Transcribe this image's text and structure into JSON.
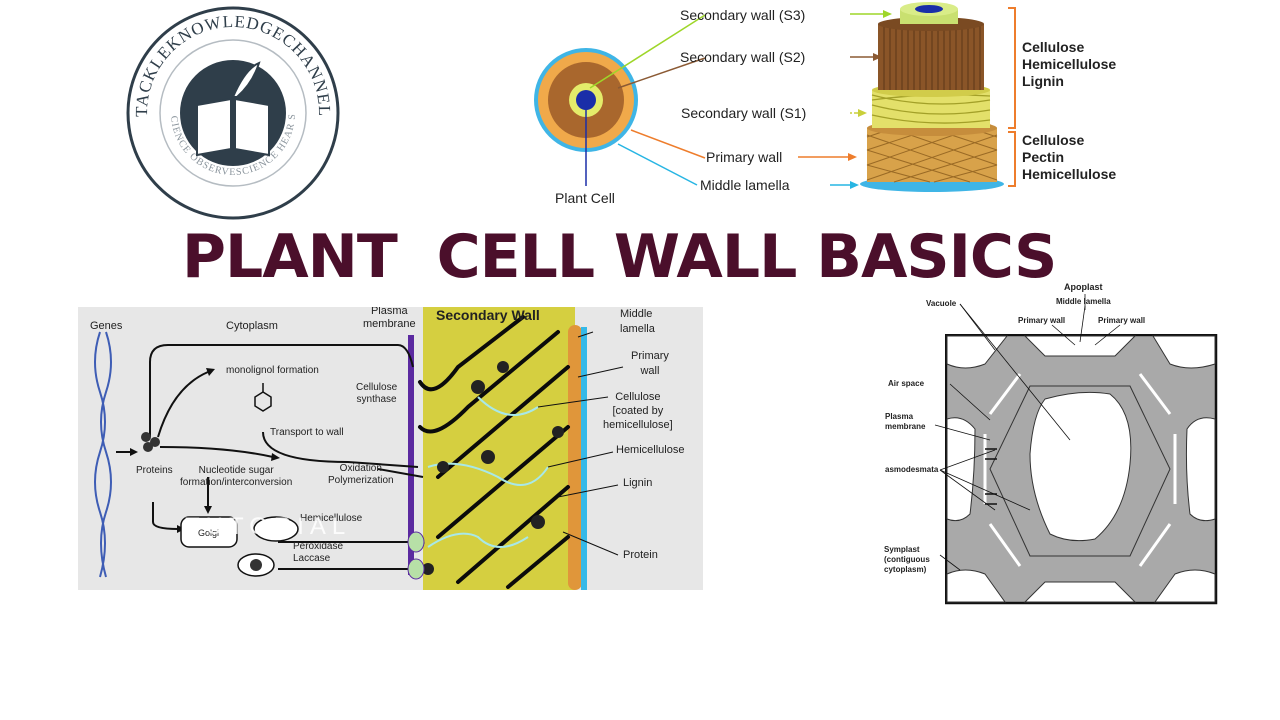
{
  "logo": {
    "ring_text_top": "TACKLEKNOWLEDGECHANNEL",
    "ring_text_inner": "LEARNSCIENCE OBSERVESCIENCE HEAR SCIENCE"
  },
  "title": "PLANT  CELL WALL BASICS",
  "layers_diagram": {
    "labels": {
      "s3": "Secondary wall (S3)",
      "s2": "Secondary wall (S2)",
      "s1": "Secondary wall (S1)",
      "primary": "Primary wall",
      "middle": "Middle lamella",
      "plant_cell": "Plant Cell"
    },
    "secondary_components": [
      "Cellulose",
      "Hemicellulose",
      "Lignin"
    ],
    "primary_components": [
      "Cellulose",
      "Pectin",
      "Hemicellulose"
    ]
  },
  "biosynthesis_diagram": {
    "genes": "Genes",
    "cytoplasm": "Cytoplasm",
    "plasma_membrane": "Plasma\nmembrane",
    "secondary_wall": "Secondary Wall",
    "middle_lamella": "Middle\nlamella",
    "primary_wall": "Primary\nwall",
    "monolignol": "monolignol formation",
    "transport": "Transport to wall",
    "cellulose_synthase": "Cellulose\nsynthase",
    "oxidation": "Oxidation\nPolymerization",
    "proteins": "Proteins",
    "nucleotide": "Nucleotide sugar\nformation/interconversion",
    "golgi": "Golgi",
    "hemicellulose_vesicle": "Hemicellulose",
    "peroxidase": "Peroxidase\nLaccase",
    "cellulose": "Cellulose\n[coated by\nhemicellulose]",
    "hemicellulose": "Hemicellulose",
    "lignin": "Lignin",
    "protein": "Protein",
    "watermark": "TUTORIAL"
  },
  "tissue_diagram": {
    "apoplast": "Apoplast",
    "middle_lamella": "Middle lamella",
    "vacuole": "Vacuole",
    "primary_wall_1": "Primary wall",
    "primary_wall_2": "Primary wall",
    "air_space": "Air space",
    "plasma_membrane": "Plasma\nmembrane",
    "plasmodesmata": "asmodesmata",
    "symplast": "Symplast\n(contiguous\ncytoplasm)"
  },
  "colors": {
    "title": "#4b0f2b",
    "logo_dark": "#2f3e4a",
    "s3_arrow": "#9ed629",
    "s2_arrow": "#8b5a34",
    "s1_arrow": "#c9cf3a",
    "primary_arrow": "#ee7d2c",
    "middle_arrow": "#27b5e3",
    "bracket": "#ee7d2c",
    "wall_fill": "#d9d23c",
    "tissue_wall": "#a9a9a9"
  }
}
